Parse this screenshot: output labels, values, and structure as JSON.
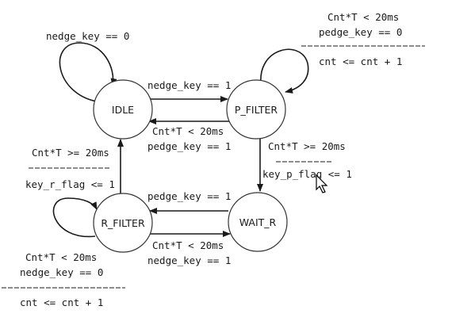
{
  "states": {
    "idle": "IDLE",
    "p_filter": "P_FILTER",
    "wait_r": "WAIT_R",
    "r_filter": "R_FILTER"
  },
  "transitions": {
    "idle_self": "nedge_key == 0",
    "idle_to_pfilter": "nedge_key == 1",
    "pfilter_self_cond1": "Cnt*T < 20ms",
    "pfilter_self_cond2": "pedge_key == 0",
    "pfilter_self_action": "cnt <= cnt + 1",
    "pfilter_to_idle_cond1": "Cnt*T < 20ms",
    "pfilter_to_idle_cond2": "pedge_key == 1",
    "pfilter_to_waitr_cond": "Cnt*T >= 20ms",
    "pfilter_to_waitr_action": "key_p_flag <= 1",
    "waitr_to_rfilter": "pedge_key == 1",
    "rfilter_to_waitr_cond1": "Cnt*T < 20ms",
    "rfilter_to_waitr_cond2": "nedge_key == 1",
    "rfilter_to_idle_cond": "Cnt*T >= 20ms",
    "rfilter_to_idle_action": "key_r_flag <= 1",
    "rfilter_self_cond1": "Cnt*T < 20ms",
    "rfilter_self_cond2": "nedge_key == 0",
    "rfilter_self_action": "cnt <= cnt + 1"
  }
}
